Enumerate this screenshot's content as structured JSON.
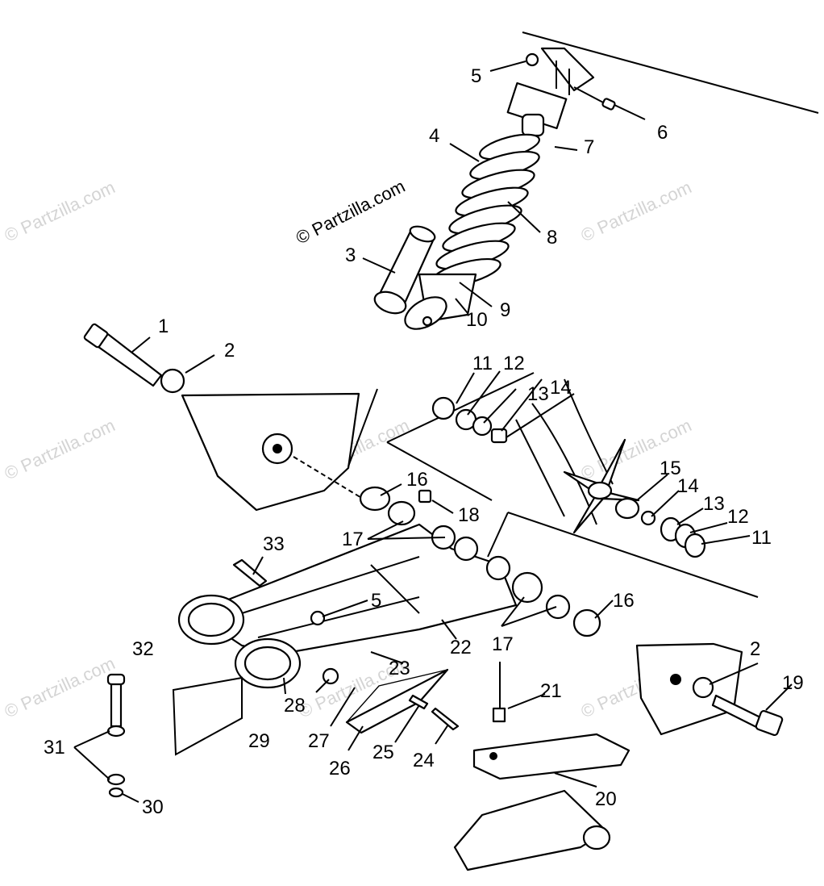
{
  "watermark_main": "© Partzilla.com",
  "watermark_faint": "© Partzilla.com",
  "callouts": [
    {
      "id": "c1",
      "text": "1"
    },
    {
      "id": "c2a",
      "text": "2"
    },
    {
      "id": "c2b",
      "text": "2"
    },
    {
      "id": "c3",
      "text": "3"
    },
    {
      "id": "c4",
      "text": "4"
    },
    {
      "id": "c5a",
      "text": "5"
    },
    {
      "id": "c5b",
      "text": "5"
    },
    {
      "id": "c6",
      "text": "6"
    },
    {
      "id": "c7",
      "text": "7"
    },
    {
      "id": "c8",
      "text": "8"
    },
    {
      "id": "c9",
      "text": "9"
    },
    {
      "id": "c10",
      "text": "10"
    },
    {
      "id": "c11a",
      "text": "11"
    },
    {
      "id": "c11b",
      "text": "11"
    },
    {
      "id": "c12a",
      "text": "12"
    },
    {
      "id": "c12b",
      "text": "12"
    },
    {
      "id": "c13a",
      "text": "13"
    },
    {
      "id": "c13b",
      "text": "13"
    },
    {
      "id": "c14a",
      "text": "14"
    },
    {
      "id": "c14b",
      "text": "14"
    },
    {
      "id": "c15",
      "text": "15"
    },
    {
      "id": "c16a",
      "text": "16"
    },
    {
      "id": "c16b",
      "text": "16"
    },
    {
      "id": "c17a",
      "text": "17"
    },
    {
      "id": "c17b",
      "text": "17"
    },
    {
      "id": "c18",
      "text": "18"
    },
    {
      "id": "c19",
      "text": "19"
    },
    {
      "id": "c20",
      "text": "20"
    },
    {
      "id": "c21",
      "text": "21"
    },
    {
      "id": "c22",
      "text": "22"
    },
    {
      "id": "c23",
      "text": "23"
    },
    {
      "id": "c24",
      "text": "24"
    },
    {
      "id": "c25",
      "text": "25"
    },
    {
      "id": "c26",
      "text": "26"
    },
    {
      "id": "c27",
      "text": "27"
    },
    {
      "id": "c28",
      "text": "28"
    },
    {
      "id": "c29",
      "text": "29"
    },
    {
      "id": "c30",
      "text": "30"
    },
    {
      "id": "c31",
      "text": "31"
    },
    {
      "id": "c32",
      "text": "32"
    },
    {
      "id": "c33",
      "text": "33"
    }
  ]
}
